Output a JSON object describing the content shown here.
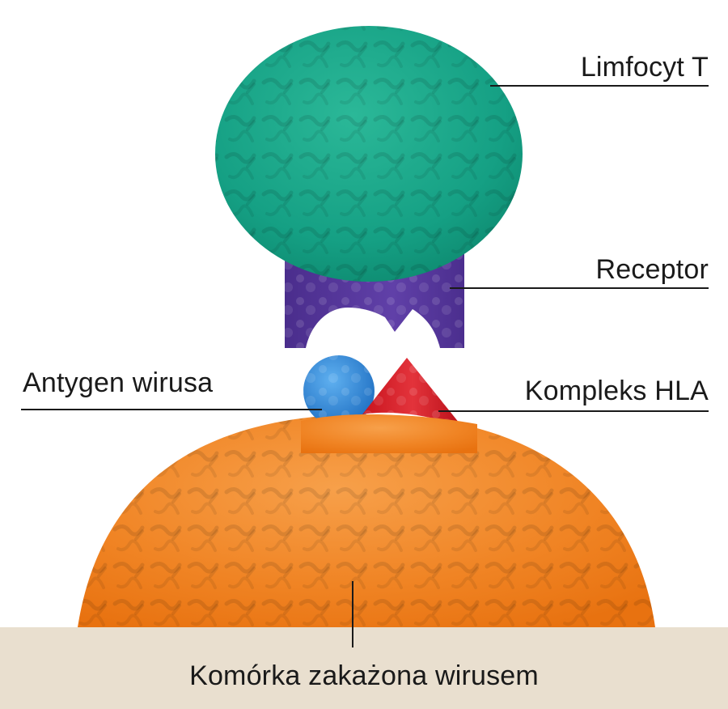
{
  "labels": {
    "t_cell": "Limfocyt T",
    "receptor": "Receptor",
    "viral_antigen": "Antygen wirusa",
    "hla_complex": "Kompleks HLA",
    "infected_cell": "Komórka zakażona wirusem"
  },
  "colors": {
    "t_cell": "#14a084",
    "receptor": "#5b3aa0",
    "viral_antigen": "#2f86d6",
    "hla_complex": "#d9202a",
    "infected_cell": "#ef7d1d",
    "ground": "#e9dfcf"
  }
}
